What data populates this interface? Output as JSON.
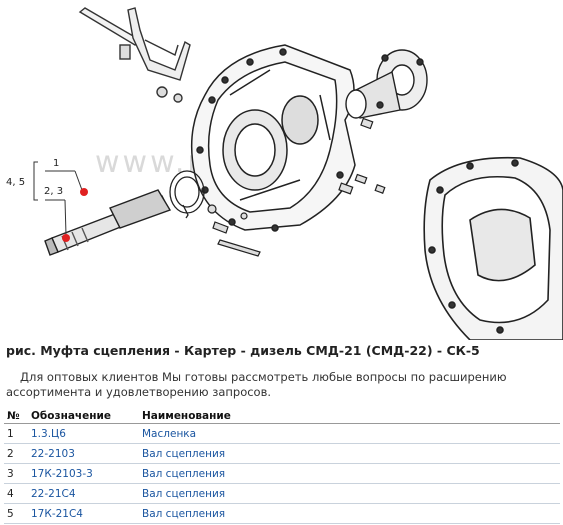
{
  "figure": {
    "watermark": "www.mtz.com",
    "callouts": {
      "group_label": "4, 5",
      "label_top": "1",
      "label_mid": "2, 3"
    }
  },
  "caption": "рис. Муфта сцепления - Картер - дизель СМД-21 (СМД-22) - СК-5",
  "note": "Для оптовых клиентов Мы готовы рассмотреть любые вопросы по расширению ассортимента и удовлетворению запросов.",
  "table": {
    "headers": {
      "num": "№",
      "code": "Обозначение",
      "name": "Наименование"
    },
    "rows": [
      {
        "num": "1",
        "code": "1.3.Ц6",
        "name": "Масленка"
      },
      {
        "num": "2",
        "code": "22-2103",
        "name": "Вал сцепления"
      },
      {
        "num": "3",
        "code": "17К-2103-3",
        "name": "Вал сцепления"
      },
      {
        "num": "4",
        "code": "22-21С4",
        "name": "Вал сцепления"
      },
      {
        "num": "5",
        "code": "17К-21С4",
        "name": "Вал сцепления"
      }
    ]
  },
  "colors": {
    "link": "#1a55a0",
    "marker": "#e02020"
  }
}
